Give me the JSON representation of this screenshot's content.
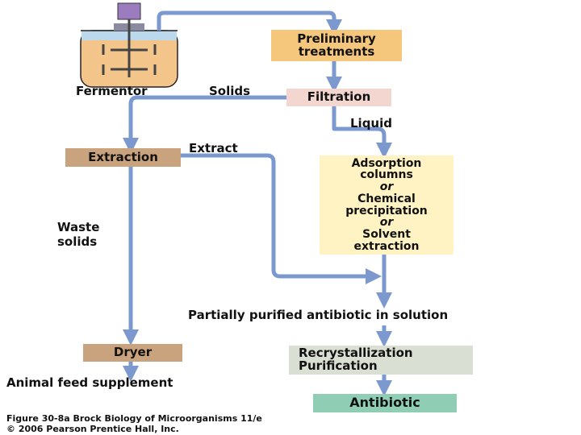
{
  "colors": {
    "arrow": "#7b98cf",
    "orange_box": "#f5c77c",
    "pink_box": "#f2d6cf",
    "brown_box": "#c9a37d",
    "yellow_box": "#fff3c4",
    "gray_box": "#d9dfd2",
    "teal_box": "#8fceb5",
    "fermentor_liquid": "#f3c58a",
    "fermentor_motor": "#9b7dbf"
  },
  "icons": {
    "fermentor": "fermentor-icon"
  },
  "boxes": {
    "preliminary": [
      "Preliminary",
      "treatments"
    ],
    "filtration": "Filtration",
    "extraction": "Extraction",
    "adsorption": [
      "Adsorption",
      "columns",
      "or",
      "Chemical",
      "precipitation",
      "or",
      "Solvent",
      "extraction"
    ],
    "dryer": "Dryer",
    "recrystallization": [
      "Recrystallization",
      "Purification"
    ],
    "antibiotic": "Antibiotic"
  },
  "labels": {
    "fermentor": "Fermentor",
    "solids": "Solids",
    "liquid": "Liquid",
    "extract": "Extract",
    "waste": [
      "Waste",
      "solids"
    ],
    "partially": "Partially purified antibiotic in solution",
    "animal_feed": "Animal feed supplement"
  },
  "caption": {
    "line1": "Figure 30-8a  Brock Biology of Microorganisms 11/e",
    "line2": "© 2006 Pearson Prentice Hall, Inc."
  }
}
